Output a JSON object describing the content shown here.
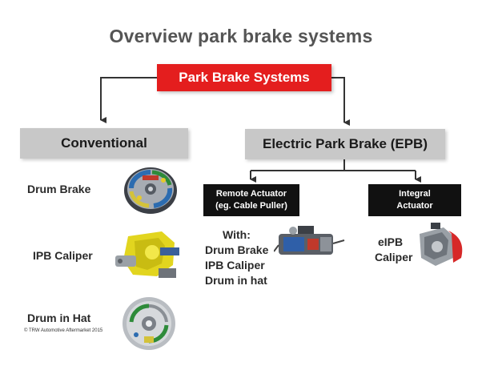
{
  "title": "Overview park brake systems",
  "root": "Park Brake Systems",
  "branches": {
    "conventional": "Conventional",
    "epb": "Electric Park Brake (EPB)"
  },
  "conventional_items": {
    "drum_brake": "Drum Brake",
    "ipb_caliper": "IPB Caliper",
    "drum_in_hat": "Drum in Hat"
  },
  "epb_sub": {
    "remote_line1": "Remote Actuator",
    "remote_line2": "(eg. Cable Puller)",
    "integral_line1": "Integral",
    "integral_line2": "Actuator"
  },
  "remote_with": {
    "line1": "With:",
    "line2": "Drum Brake",
    "line3": "IPB Caliper",
    "line4": "Drum in hat"
  },
  "integral_item": {
    "line1": "eIPB",
    "line2": "Caliper"
  },
  "copyright": "© TRW Automotive Aftermarket 2015",
  "colors": {
    "root_box": "#e41e1e",
    "branch_box": "#c8c8c8",
    "sub_box": "#111111",
    "title_text": "#555555"
  }
}
